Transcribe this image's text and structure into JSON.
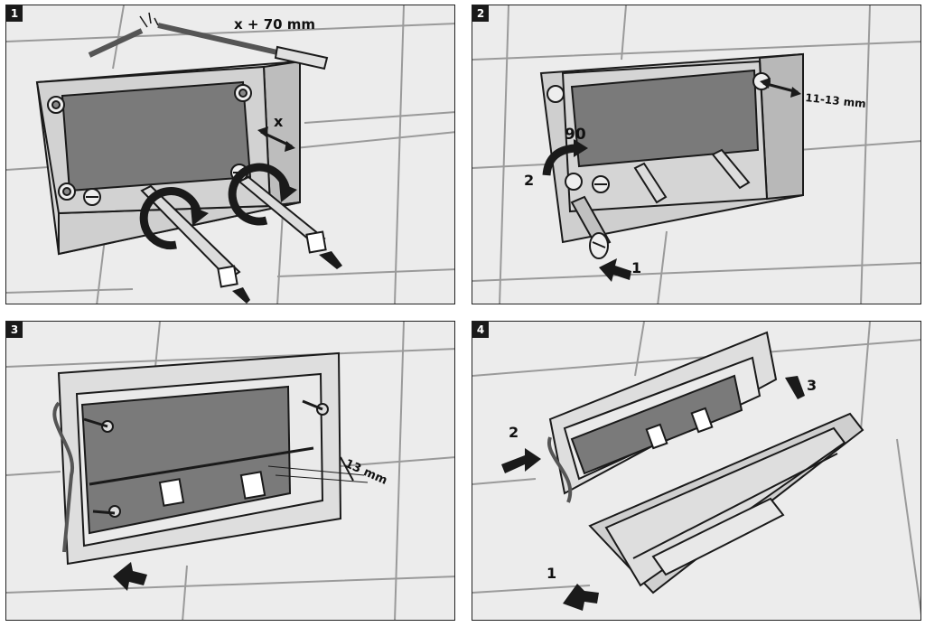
{
  "steps": [
    {
      "number": "1",
      "labels": {
        "length": "x + 70 mm",
        "x": "x"
      }
    },
    {
      "number": "2",
      "labels": {
        "gap": "11-13 mm",
        "angle": "90",
        "step_a": "2",
        "step_b": "1"
      }
    },
    {
      "number": "3",
      "labels": {
        "depth": "13 mm"
      }
    },
    {
      "number": "4",
      "labels": {
        "step_a": "2",
        "step_b": "3",
        "step_c": "1"
      }
    }
  ],
  "colors": {
    "tile": "#ececec",
    "grout": "#9a9a9a",
    "frame": "#c9c9c9",
    "dark": "#6e6e6e",
    "outline": "#1a1a1a"
  }
}
